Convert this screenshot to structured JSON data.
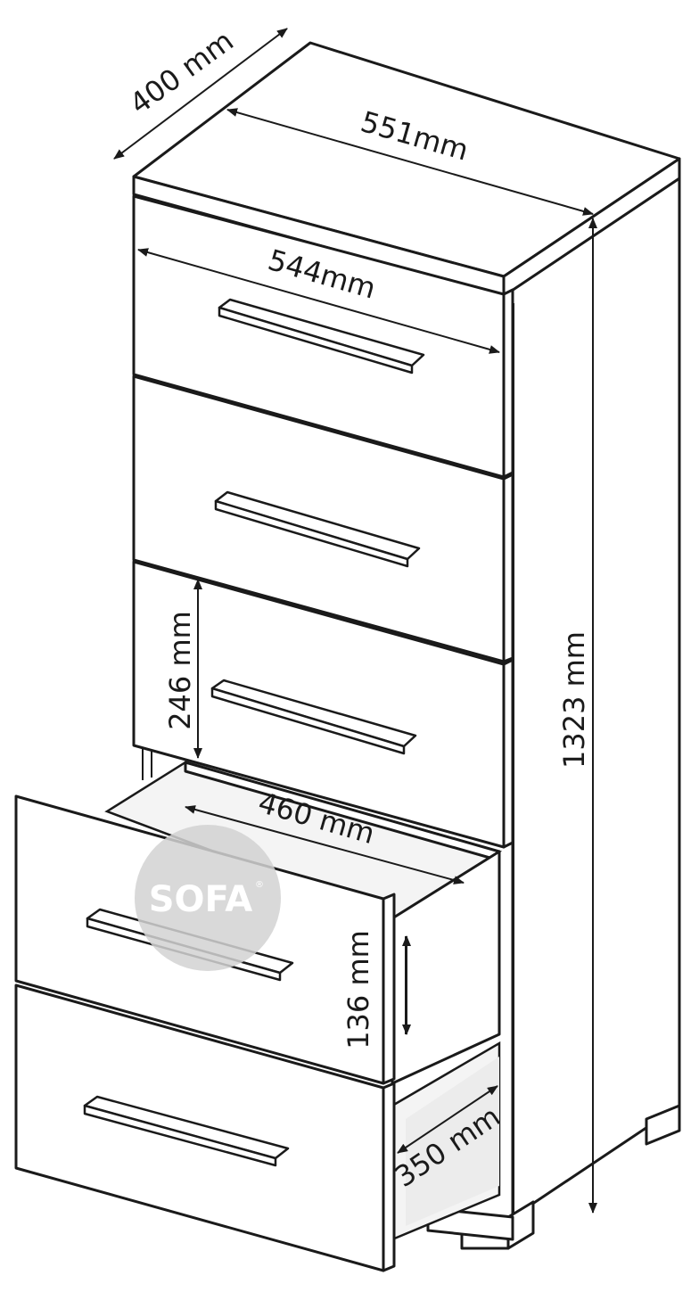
{
  "dimensions": {
    "depth": "400 mm",
    "top_width": "551mm",
    "front_width": "544mm",
    "drawer_height": "246 mm",
    "height": "1323 mm",
    "inner_width": "460 mm",
    "inner_height": "136 mm",
    "inner_depth": "350 mm"
  },
  "watermark": {
    "text": "SOFA",
    "mark": "®"
  },
  "colors": {
    "line": "#1a1a1a",
    "watermark": "#d3d3d3"
  }
}
